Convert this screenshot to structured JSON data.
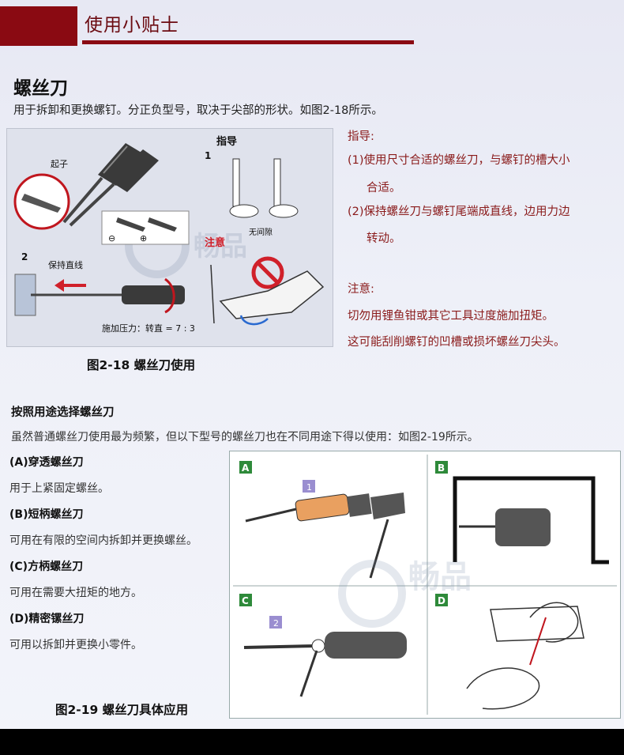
{
  "header": {
    "title": "使用小贴士"
  },
  "section": {
    "title": "螺丝刀",
    "intro": "用于拆卸和更换螺钉。分正负型号，取决于尖部的形状。如图2-18所示。"
  },
  "figure1": {
    "caption": "图2-18  螺丝刀使用",
    "labels": {
      "guide": "指导",
      "n1": "1",
      "n2": "2",
      "qizi": "起子",
      "minus": "⊖",
      "plus": "⊕",
      "no_gap": "无间隙",
      "caution": "注意",
      "keep_straight": "保持直线",
      "pressure": "施加压力：转直 = 7 : 3"
    }
  },
  "guide": {
    "heading": "指导:",
    "item1_line1": "(1)使用尺寸合适的螺丝刀，与螺钉的槽大小",
    "item1_line2": "合适。",
    "item2_line1": "(2)保持螺丝刀与螺钉尾端成直线，边用力边",
    "item2_line2": "转动。"
  },
  "caution": {
    "heading": "注意:",
    "line1": "切勿用锂鱼钳或其它工具过度施加扭矩。",
    "line2": "这可能刮削螺钉的凹槽或损坏螺丝刀尖头。"
  },
  "usage": {
    "title": "按照用途选择螺丝刀",
    "intro": "虽然普通螺丝刀使用最为频繁，但以下型号的螺丝刀也在不同用途下得以使用：如图2-19所示。",
    "items": [
      {
        "name": "(A)穿透螺丝刀",
        "desc": "用于上紧固定螺丝。"
      },
      {
        "name": "(B)短柄螺丝刀",
        "desc": "可用在有限的空间内拆卸并更换螺丝。"
      },
      {
        "name": "(C)方柄螺丝刀",
        "desc": "可用在需要大扭矩的地方。"
      },
      {
        "name": "(D)精密镙丝刀",
        "desc": "可用以拆卸并更换小零件。"
      }
    ]
  },
  "figure2": {
    "caption": "图2-19  螺丝刀具体应用",
    "labels": {
      "A": "A",
      "B": "B",
      "C": "C",
      "D": "D",
      "tag1": "1",
      "tag2": "2"
    }
  },
  "watermark": {
    "text": "畅品"
  },
  "colors": {
    "brand": "#8a0a12",
    "guide_text": "#8a1a1a",
    "caution_red": "#d0202a"
  }
}
